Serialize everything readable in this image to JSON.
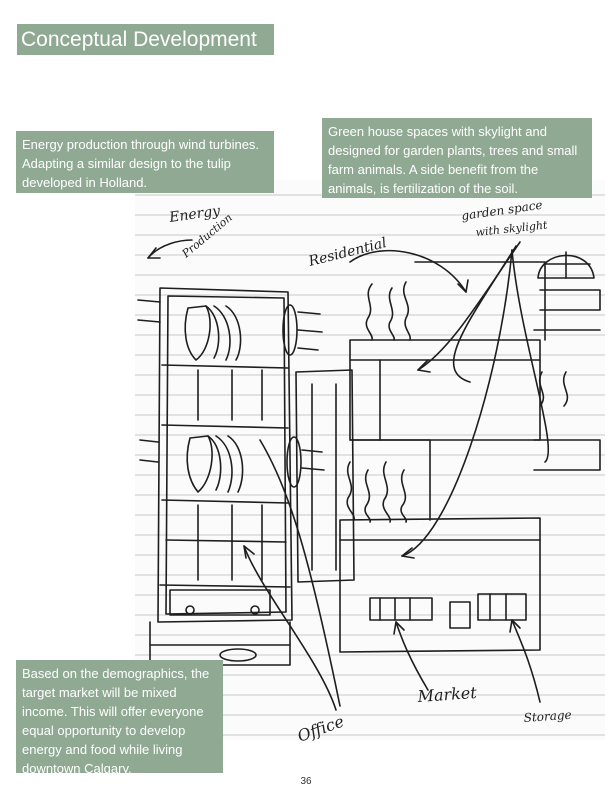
{
  "page": {
    "title": "Conceptual Development",
    "page_number": "36"
  },
  "captions": {
    "energy": "Energy production through wind turbines. Adapting a similar design to the tulip developed in Holland.",
    "greenhouse": "Green house spaces with skylight and designed for garden plants, trees and small farm animals. A side benefit from the animals, is fertilization of the soil.",
    "demographics": "Based on the demographics, the target market will be mixed income. This will offer everyone equal opportunity to develop energy and food while living downtown Calgary."
  },
  "sketch_labels": {
    "energy_line1": "Energy",
    "energy_line2": "Production",
    "residential": "Residential",
    "garden_line1": "garden space",
    "garden_line2": "with skylight",
    "office": "Office",
    "market": "Market",
    "storage": "Storage"
  },
  "colors": {
    "accent_green": "#8fa993",
    "caption_text": "#ffffff",
    "ink": "#1e1e1e",
    "paper_line": "#c9c9c9"
  }
}
